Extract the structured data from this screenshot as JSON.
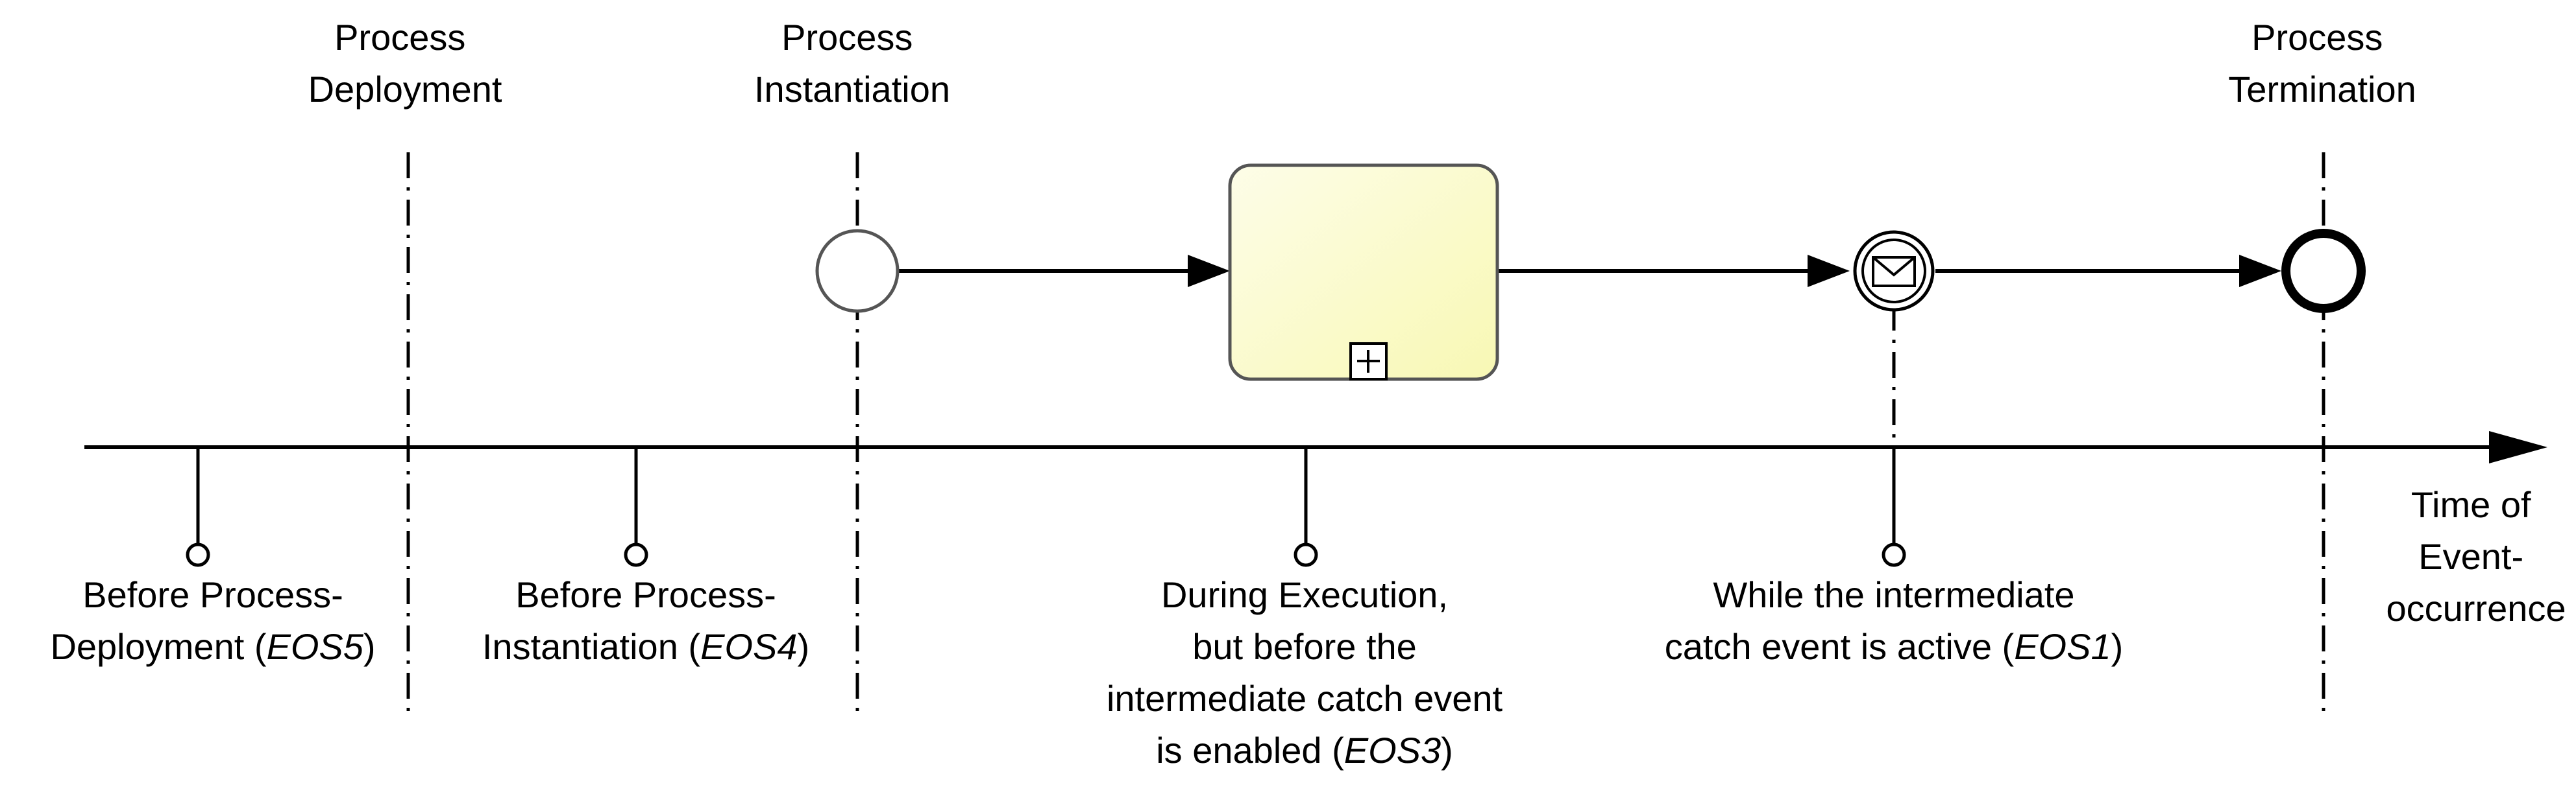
{
  "milestones": [
    {
      "id": "deployment",
      "lines": [
        "Process",
        "Deployment"
      ]
    },
    {
      "id": "instantiation",
      "lines": [
        "Process",
        "Instantiation"
      ]
    },
    {
      "id": "termination",
      "lines": [
        "Process",
        "Termination"
      ]
    }
  ],
  "axis": {
    "lines": [
      "Time of",
      "Event-",
      "occurrence"
    ]
  },
  "situations": [
    {
      "id": "eos5",
      "lines": [
        [
          "Before Process-"
        ],
        [
          "Deployment (",
          {
            "italic": "EOS5"
          },
          ")"
        ]
      ]
    },
    {
      "id": "eos4",
      "lines": [
        [
          "Before Process-"
        ],
        [
          "Instantiation (",
          {
            "italic": "EOS4"
          },
          ")"
        ]
      ]
    },
    {
      "id": "eos3",
      "lines": [
        [
          "During Execution,"
        ],
        [
          "but before the"
        ],
        [
          "intermediate catch event"
        ],
        [
          "is enabled (",
          {
            "italic": "EOS3"
          },
          ")"
        ]
      ]
    },
    {
      "id": "eos1",
      "lines": [
        [
          "While the intermediate"
        ],
        [
          "catch event is active (",
          {
            "italic": "EOS1"
          },
          ")"
        ]
      ]
    }
  ],
  "colors": {
    "task_fill_light": "#fdfde8",
    "task_fill_dark": "#f8f8b4",
    "stroke": "#000000",
    "start_event_stroke": "#555555"
  },
  "icons": {
    "start_event": "circle",
    "subprocess": "plus-marker",
    "intermediate_catch_event": "envelope",
    "end_event": "thick-circle"
  }
}
